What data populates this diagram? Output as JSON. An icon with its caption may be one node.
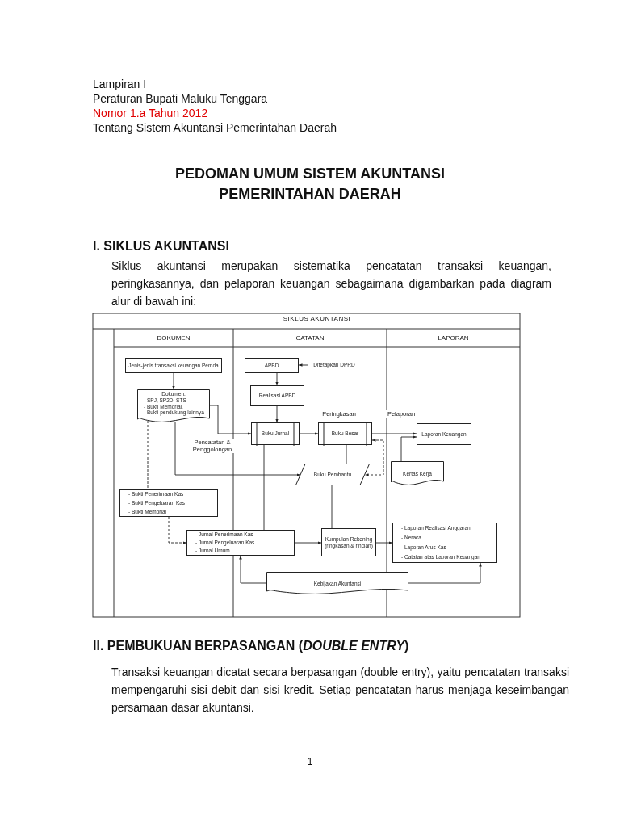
{
  "diagram": {
    "title": "PEDOMAN UMUM SISTEM AKUNTANSI PEMERINTAHAN DAERAH",
    "nodes": [
      {
        "text": [
          "Jenis-jenis transaksi keuangan Pemda"
        ]
      },
      {
        "text": [
          "APBD"
        ]
      },
      {
        "text": [
          "Ditetapkan DPRD"
        ]
      },
      {
        "text": [
          "Realisasi APBD"
        ]
      },
      {
        "text": [
          "Dokumen:",
          "- SPJ, SP2D, STS",
          "- Bukti Memorial,",
          "- Bukti pendukung lainnya"
        ]
      },
      {
        "text": [
          "Buku Jurnal"
        ]
      },
      {
        "text": [
          "Buku Besar"
        ]
      },
      {
        "text": [
          "Laporan Keuangan"
        ]
      },
      {
        "text": [
          "Buku Pembantu"
        ]
      },
      {
        "text": [
          "Kertas Kerja"
        ]
      },
      {
        "text": [
          "- Bukti Penerimaan Kas",
          "- Bukti Pengeluaran Kas",
          "- Bukti Memorial"
        ]
      },
      {
        "text": [
          "- Jurnal Penerimaan Kas",
          "- Jurnal Pengeluaran Kas",
          "- Jurnal Umum"
        ]
      },
      {
        "text": [
          "Kumpulan Rekening (ringkasan & rincian)"
        ]
      },
      {
        "text": [
          "- Laporan Realisasi Anggaran",
          "- Neraca",
          "- Laporan Arus Kas",
          "- Catatan atas Laporan Keuangan"
        ]
      },
      {
        "text": [
          "Kebijakan Akuntansi"
        ]
      }
    ],
    "edges": [
      {
        "from": 0,
        "to": 4,
        "arrow": "to"
      },
      {
        "from": 2,
        "to": 1,
        "arrow": "to"
      },
      {
        "from": 1,
        "to": 3,
        "arrow": "to"
      },
      {
        "from": 3,
        "to": 5,
        "arrow": "to"
      },
      {
        "from": 4,
        "to": 5,
        "arrow": "to",
        "label": "Pencatatan & Penggolongan"
      },
      {
        "from": 5,
        "to": 6,
        "arrow": "to",
        "label": "Peringkasan"
      },
      {
        "from": 6,
        "to": 7,
        "arrow": "to",
        "label": "Pelaporan"
      },
      {
        "from": 9,
        "to": 7,
        "arrow": "to"
      },
      {
        "from": 6,
        "to": 8,
        "arrow": "both",
        "style": "dashed"
      },
      {
        "from": 6,
        "to": 8,
        "arrow": "none"
      },
      {
        "from": 5,
        "to": 11,
        "arrow": "none"
      },
      {
        "from": 4,
        "to": 10,
        "arrow": "none",
        "style": "dashed"
      },
      {
        "from": 4,
        "to": 8,
        "arrow": "to"
      },
      {
        "from": 10,
        "to": 11,
        "arrow": "to",
        "style": "dashed"
      },
      {
        "from": 8,
        "to": 12,
        "arrow": "none"
      },
      {
        "from": 11,
        "to": 12,
        "arrow": "to"
      },
      {
        "from": 12,
        "to": 13,
        "arrow": "to"
      },
      {
        "from": 14,
        "to": 11,
        "arrow": "to"
      },
      {
        "from": 14,
        "to": 13,
        "arrow": "to"
      }
    ],
    "labels": [
      "Lampiran I",
      "Peraturan Bupati Maluku Tenggara",
      "Nomor 1.a Tahun 2012",
      "Tentang Sistem Akuntansi Pemerintahan Daerah",
      "I. SIKLUS AKUNTANSI",
      "Siklus akuntansi merupakan sistematika pencatatan transaksi keuangan, peringkasannya, dan pelaporan keuangan sebagaimana digambarkan pada diagram alur di bawah ini:",
      "SIKLUS AKUNTANSI",
      "DOKUMEN",
      "CATATAN",
      "LAPORAN",
      "II. PEMBUKUAN BERPASANGAN (*DOUBLE ENTRY*)",
      "Transaksi keuangan dicatat secara berpasangan (double entry), yaitu pencatatan transaksi mempengaruhi sisi debit dan sisi kredit. Setiap pencatatan harus menjaga keseimbangan persamaan dasar akuntansi.",
      "1"
    ]
  }
}
